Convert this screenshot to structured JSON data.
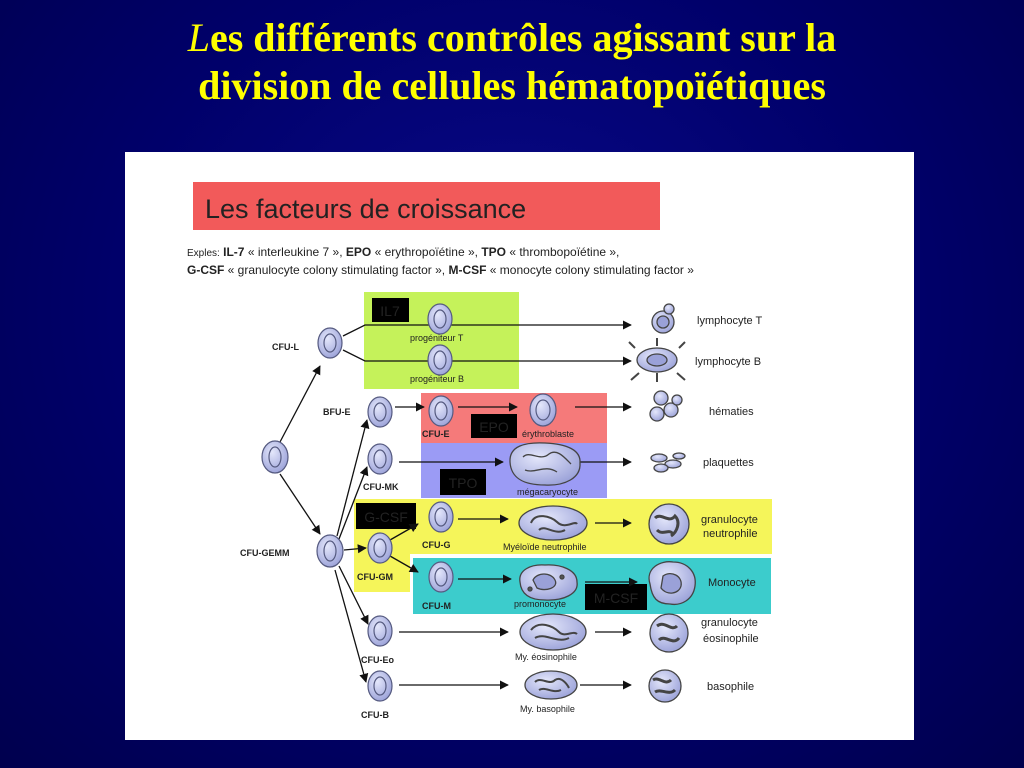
{
  "slide": {
    "title_initial": "L",
    "title_line1_rest": "es différents contrôles agissant sur la",
    "title_line2": "division de cellules hématopoïétiques"
  },
  "diagram": {
    "banner": "Les facteurs de croissance",
    "examples": {
      "prefix": "Exples:",
      "line1": [
        {
          "t": "IL-7",
          "b": true
        },
        {
          "t": " « interleukine 7 »,  ",
          "b": false
        },
        {
          "t": "EPO",
          "b": true
        },
        {
          "t": " « erythropoïétine », ",
          "b": false
        },
        {
          "t": "TPO",
          "b": true
        },
        {
          "t": " « thrombopoïétine »,",
          "b": false
        }
      ],
      "line2": [
        {
          "t": "G-CSF",
          "b": true
        },
        {
          "t": " « granulocyte colony stimulating factor », ",
          "b": false
        },
        {
          "t": "M-CSF",
          "b": true
        },
        {
          "t": " « monocyte colony stimulating factor »",
          "b": false
        }
      ]
    },
    "factors": {
      "il7": "IL7",
      "epo": "EPO",
      "tpo": "TPO",
      "gcsf": "G-CSF",
      "mcsf": "M-CSF"
    },
    "progenitors": {
      "cfu_l": "CFU-L",
      "bfu_e": "BFU-E",
      "cfu_e": "CFU-E",
      "cfu_mk": "CFU-MK",
      "cfu_gemm": "CFU-GEMM",
      "cfu_g": "CFU-G",
      "cfu_gm": "CFU-GM",
      "cfu_m": "CFU-M",
      "cfu_eo": "CFU-Eo",
      "cfu_b": "CFU-B"
    },
    "intermediates": {
      "prog_t": "progéniteur T",
      "prog_b": "progéniteur B",
      "erythroblast": "érythroblaste",
      "megakaryocyte": "mégacaryocyte",
      "myeloid_neutro": "Myéloïde neutrophile",
      "promonocyte": "promonocyte",
      "my_eosino": "My. éosinophile",
      "my_baso": "My. basophile"
    },
    "outputs": {
      "lymph_t": "lymphocyte T",
      "lymph_b": "lymphocyte B",
      "hematies": "hématies",
      "plaquettes": "plaquettes",
      "granulo_neutro_1": "granulocyte",
      "granulo_neutro_2": "neutrophile",
      "monocyte": "Monocyte",
      "granulo_eosino_1": "granulocyte",
      "granulo_eosino_2": "éosinophile",
      "basophile": "basophile"
    },
    "colors": {
      "banner": "#f25a5a",
      "il7_box": "#c5f25a",
      "epo_box": "#f57a7a",
      "tpo_box": "#9b9bf5",
      "gcsf_box": "#f5f55a",
      "mcsf_box": "#3ccccc",
      "cell_fill": "#b8bde8",
      "cell_stroke": "#555a80",
      "label_box": "#000000"
    }
  }
}
